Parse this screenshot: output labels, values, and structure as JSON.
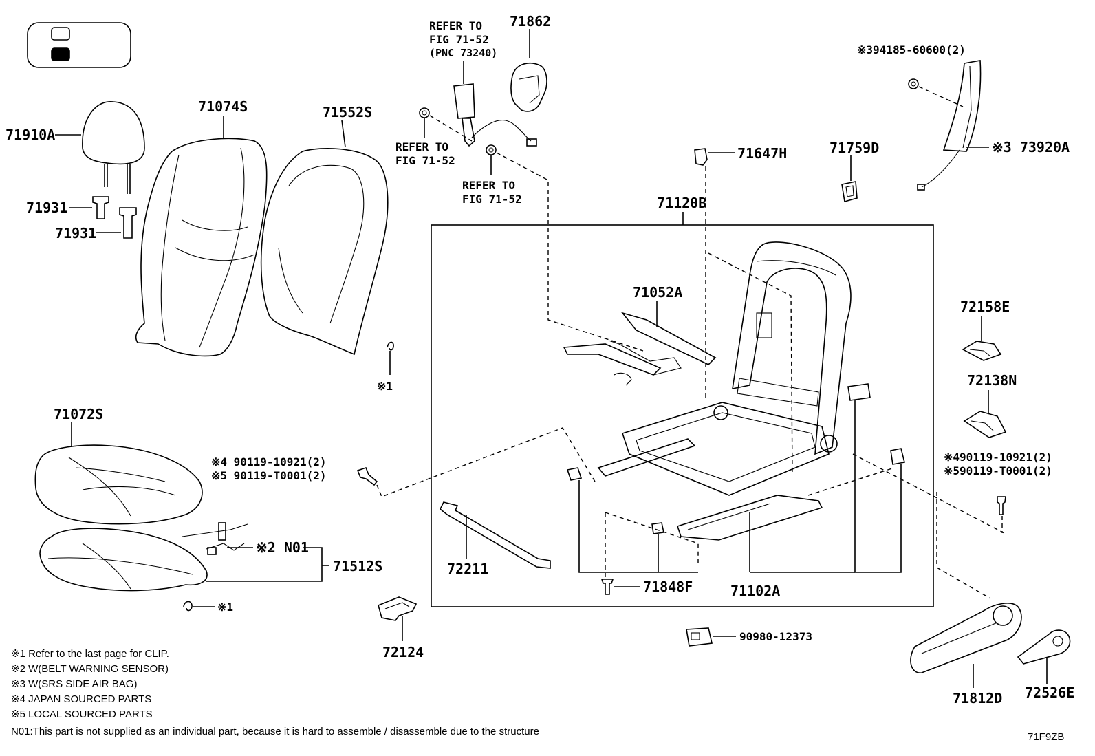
{
  "legend": {
    "box1": "white-seat-icon",
    "box2": "black-seat-icon"
  },
  "labels": {
    "p71910A": "71910A",
    "p71931a": "71931",
    "p71931b": "71931",
    "p71074S": "71074S",
    "p71552S": "71552S",
    "refer1": [
      "REFER TO",
      "FIG 71-52",
      "(PNC 73240)"
    ],
    "p71862": "71862",
    "refer2": [
      "REFER TO",
      "FIG 71-52"
    ],
    "refer3": [
      "REFER TO",
      "FIG 71-52"
    ],
    "p71647H": "71647H",
    "p71759D": "71759D",
    "p94185": "※394185-60600(2)",
    "p73920A": "※3 73920A",
    "p71120B": "71120B",
    "p71052A": "71052A",
    "x1a": "※1",
    "p71072S": "71072S",
    "bolt_left_1": "※4 90119-10921(2)",
    "bolt_left_2": "※5 90119-T0001(2)",
    "p72158E": "72158E",
    "p72138N": "72138N",
    "bolt_right_1": "※490119-10921(2)",
    "bolt_right_2": "※590119-T0001(2)",
    "n01": "※2 N01",
    "p71512S": "71512S",
    "x1b": "※1",
    "p72211": "72211",
    "p71848F": "71848F",
    "p71102A": "71102A",
    "p72124": "72124",
    "p90980": "90980-12373",
    "p71812D": "71812D",
    "p72526E": "72526E",
    "code": "71F9ZB"
  },
  "notes": [
    "※1 Refer to the last page for CLIP.",
    "※2 W(BELT WARNING SENSOR)",
    "※3 W(SRS SIDE AIR BAG)",
    "※4 JAPAN SOURCED PARTS",
    "※5 LOCAL SOURCED PARTS",
    "N01:This part is not supplied as an individual part, because it is hard to assemble / disassemble due to the structure"
  ]
}
